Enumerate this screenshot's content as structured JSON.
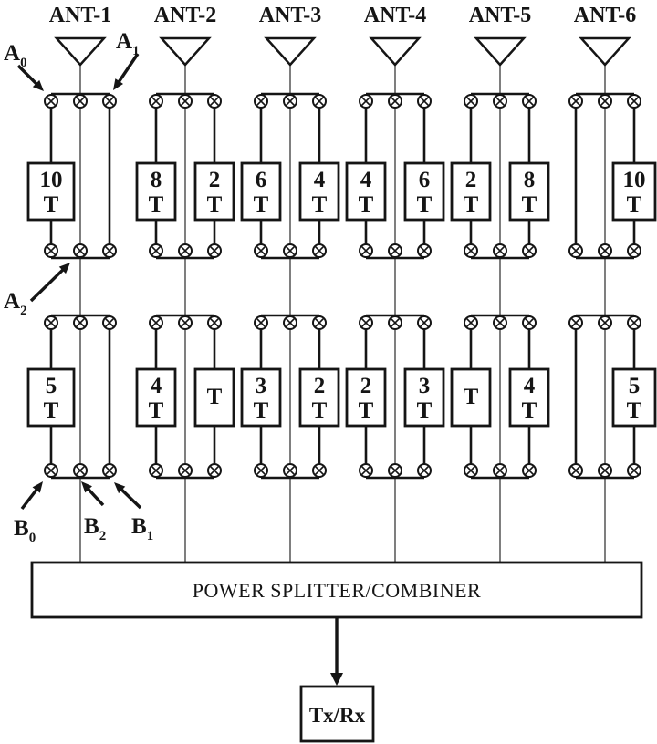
{
  "figure": {
    "ink": "#151515",
    "antennas": [
      {
        "label": "ANT-1",
        "upper_left": [
          "10",
          "T"
        ],
        "upper_right": null,
        "lower_left": [
          "5",
          "T"
        ],
        "lower_right": null
      },
      {
        "label": "ANT-2",
        "upper_left": [
          "8",
          "T"
        ],
        "upper_right": [
          "2",
          "T"
        ],
        "lower_left": [
          "4",
          "T"
        ],
        "lower_right": [
          "T"
        ]
      },
      {
        "label": "ANT-3",
        "upper_left": [
          "6",
          "T"
        ],
        "upper_right": [
          "4",
          "T"
        ],
        "lower_left": [
          "3",
          "T"
        ],
        "lower_right": [
          "2",
          "T"
        ]
      },
      {
        "label": "ANT-4",
        "upper_left": [
          "4",
          "T"
        ],
        "upper_right": [
          "6",
          "T"
        ],
        "lower_left": [
          "2",
          "T"
        ],
        "lower_right": [
          "3",
          "T"
        ]
      },
      {
        "label": "ANT-5",
        "upper_left": [
          "2",
          "T"
        ],
        "upper_right": [
          "8",
          "T"
        ],
        "lower_left": [
          "T"
        ],
        "lower_right": [
          "4",
          "T"
        ]
      },
      {
        "label": "ANT-6",
        "upper_left": null,
        "upper_right": [
          "10",
          "T"
        ],
        "lower_left": null,
        "lower_right": [
          "5",
          "T"
        ]
      }
    ],
    "annotations": [
      {
        "id": "A0",
        "label": "A",
        "sub": "0"
      },
      {
        "id": "A1",
        "label": "A",
        "sub": "1"
      },
      {
        "id": "A2",
        "label": "A",
        "sub": "2"
      },
      {
        "id": "B0",
        "label": "B",
        "sub": "0"
      },
      {
        "id": "B2",
        "label": "B",
        "sub": "2"
      },
      {
        "id": "B1",
        "label": "B",
        "sub": "1"
      }
    ],
    "splitter_label": "POWER SPLITTER/COMBINER",
    "txrx_label": "Tx/Rx"
  }
}
